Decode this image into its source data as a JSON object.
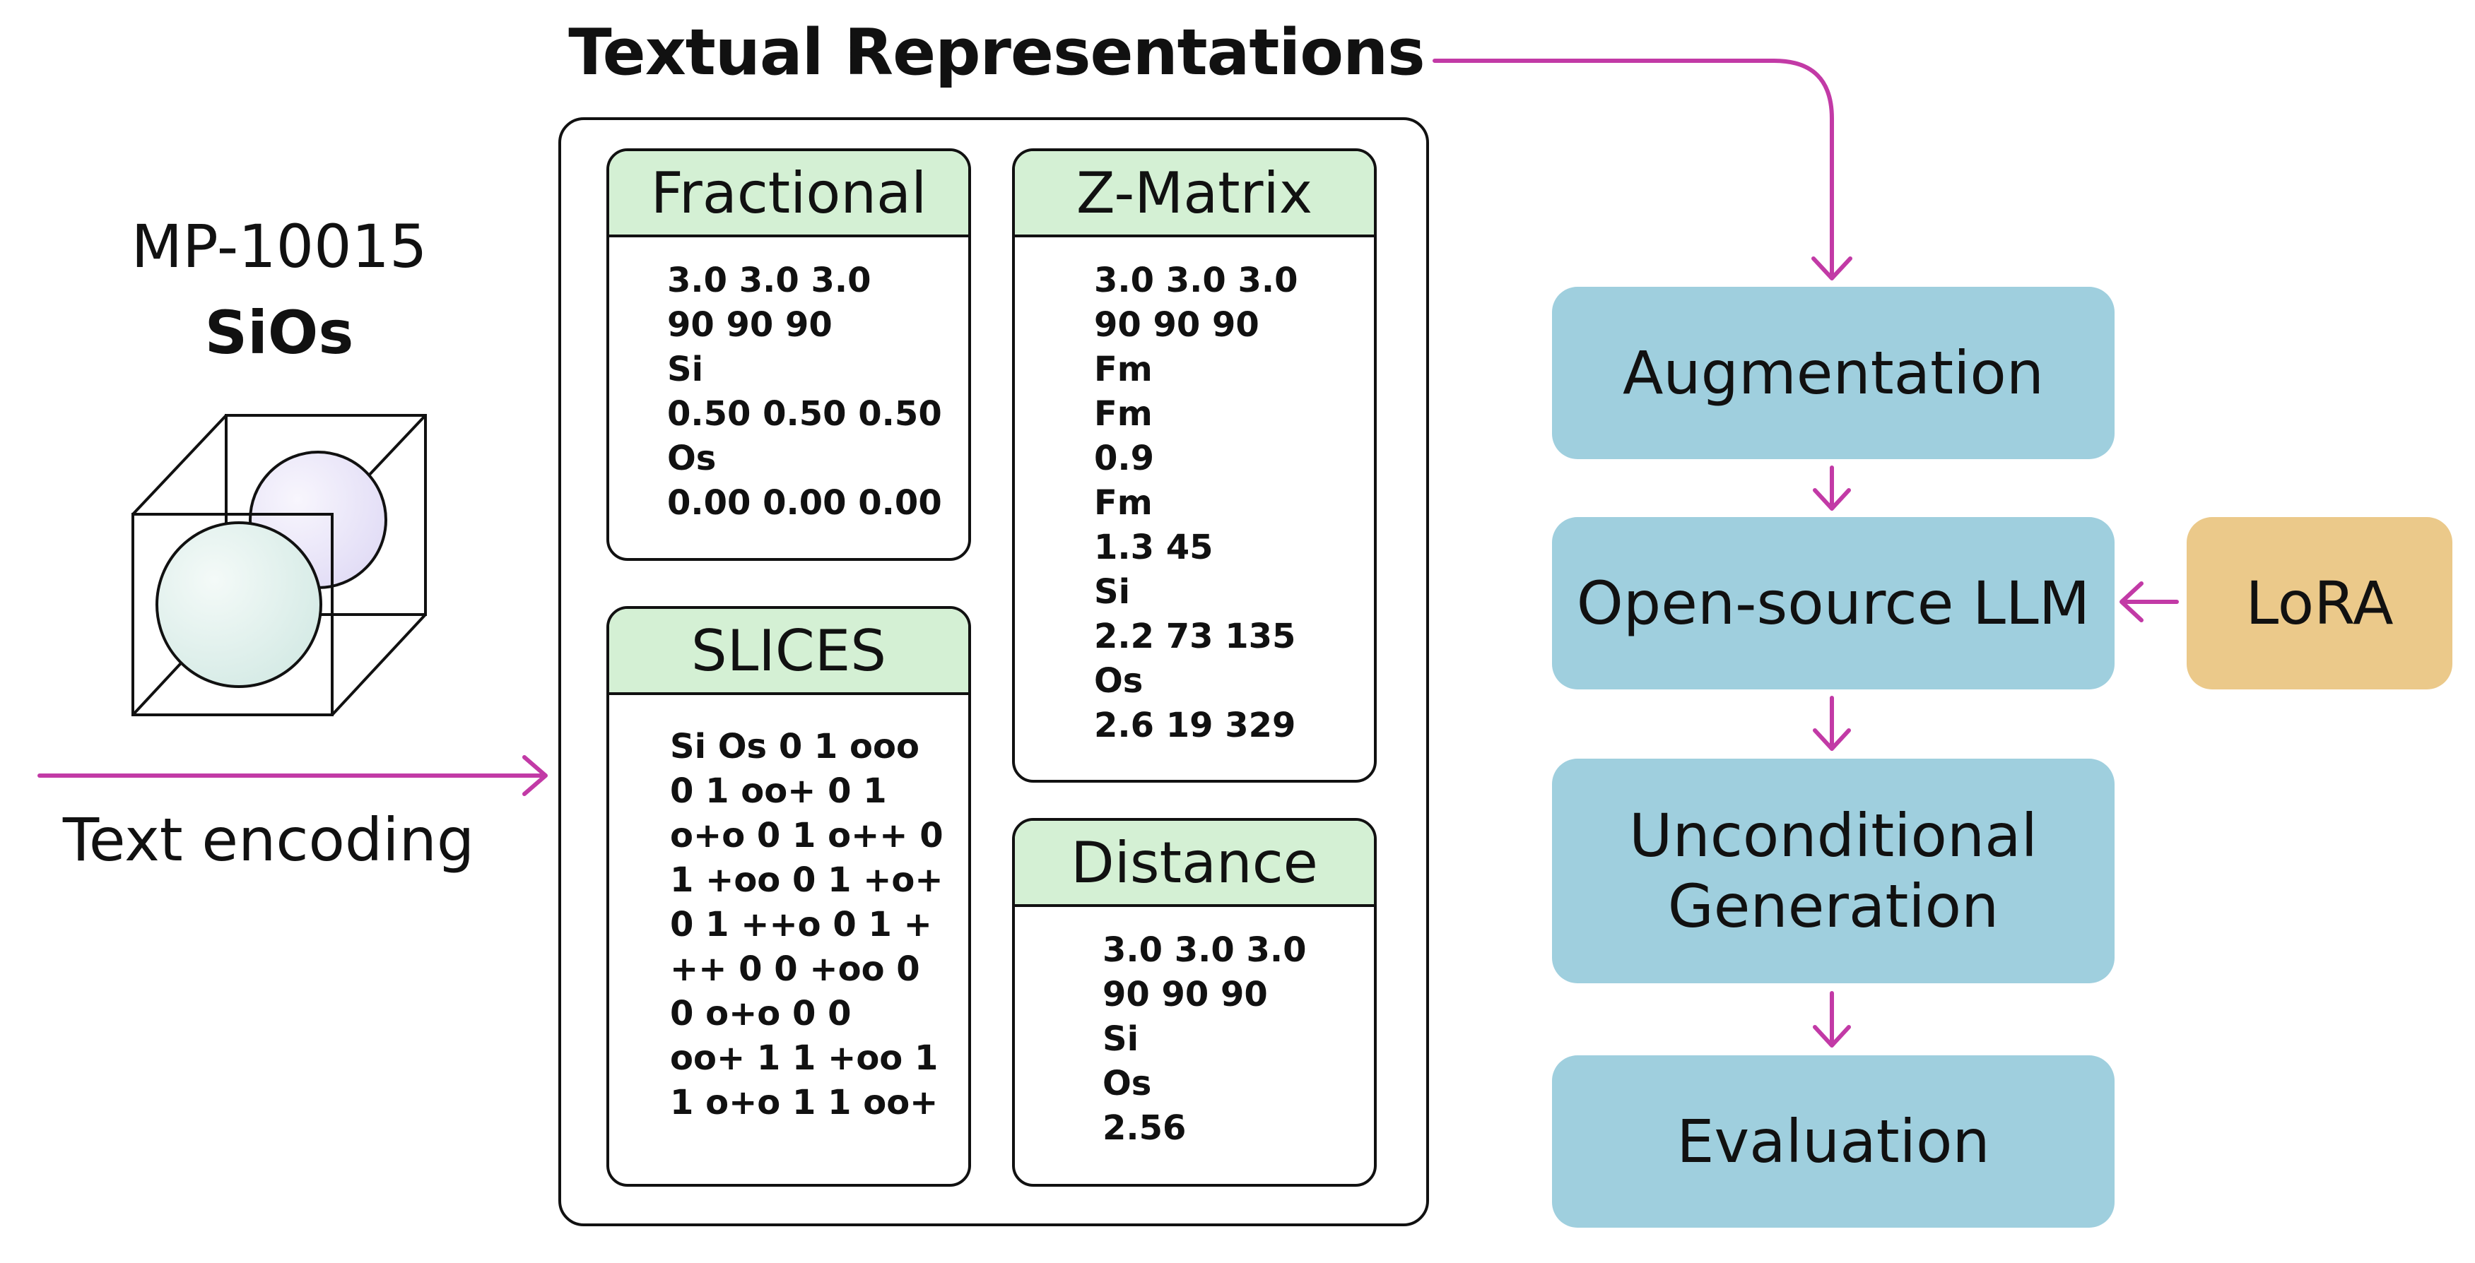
{
  "title": "Textual Representations",
  "material": {
    "id": "MP-10015",
    "formula": "SiOs"
  },
  "encoding_label": "Text encoding",
  "cards": {
    "fractional": {
      "title": "Fractional",
      "lines": [
        "3.0 3.0 3.0",
        "90 90 90",
        "Si",
        "0.50 0.50 0.50",
        "Os",
        "0.00 0.00 0.00"
      ]
    },
    "zmatrix": {
      "title": "Z-Matrix",
      "lines": [
        "3.0 3.0 3.0",
        "90 90 90",
        "Fm",
        "Fm",
        "0.9",
        "Fm",
        "1.3 45",
        "Si",
        "2.2 73 135",
        "Os",
        "2.6 19 329"
      ]
    },
    "slices": {
      "title": "SLICES",
      "lines": [
        "Si Os 0 1 ooo",
        "0 1 oo+ 0 1",
        "o+o 0 1 o++ 0",
        "1 +oo 0 1 +o+",
        "0 1 ++o 0 1 +",
        "++ 0 0 +oo 0",
        "0 o+o 0 0",
        "oo+ 1 1 +oo 1",
        "1 o+o 1 1 oo+"
      ]
    },
    "distance": {
      "title": "Distance",
      "lines": [
        "3.0 3.0 3.0",
        "90 90 90",
        "Si",
        "Os",
        "2.56"
      ]
    }
  },
  "pipeline": {
    "augmentation": "Augmentation",
    "llm": "Open-source LLM",
    "lora": "LoRA",
    "generation_line1": "Unconditional",
    "generation_line2": "Generation",
    "evaluation": "Evaluation"
  },
  "colors": {
    "arrow": "#c23aa6",
    "card_header": "#d4f0d4",
    "pipeline_box": "#9fcfde",
    "lora_box": "#ebc98a",
    "sphere_large": "#e3f1ee",
    "sphere_small": "#eeebf9"
  }
}
